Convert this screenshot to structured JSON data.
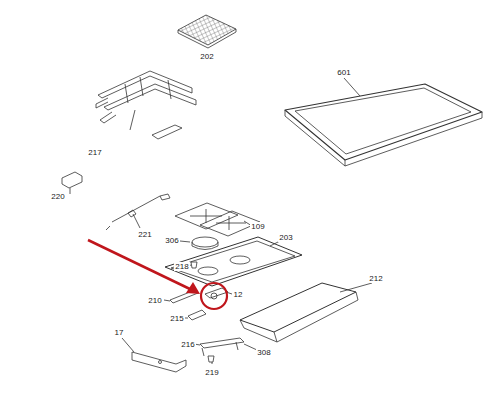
{
  "diagram": {
    "labels": [
      "202",
      "601",
      "217",
      "220",
      "221",
      "109",
      "306",
      "203",
      "218",
      "12",
      "212",
      "210",
      "215",
      "17",
      "216",
      "308",
      "219"
    ]
  }
}
